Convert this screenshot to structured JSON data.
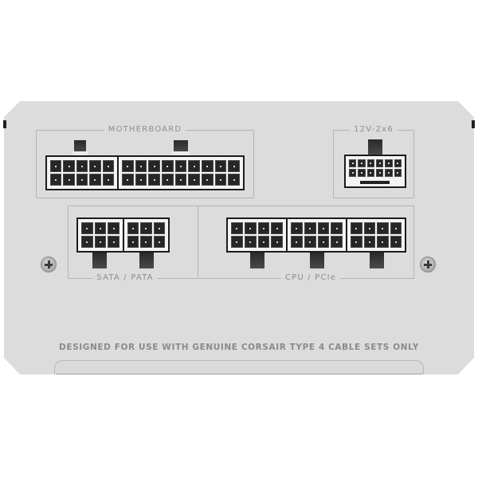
{
  "groups": {
    "motherboard": {
      "label": "MOTHERBOARD",
      "connectors": [
        {
          "pins": 10,
          "cols": 5,
          "rows": 2
        },
        {
          "pins": 18,
          "cols": 9,
          "rows": 2
        }
      ]
    },
    "gpu_12v": {
      "label": "12V-2x6",
      "connectors": [
        {
          "pins": 12,
          "cols": 6,
          "rows": 2,
          "sense_pins": 4
        }
      ]
    },
    "sata_pata": {
      "label": "SATA / PATA",
      "connectors": [
        {
          "pins": 6,
          "cols": 3,
          "rows": 2
        },
        {
          "pins": 6,
          "cols": 3,
          "rows": 2
        }
      ]
    },
    "cpu_pcie": {
      "label": "CPU / PCIe",
      "connectors": [
        {
          "pins": 8,
          "cols": 4,
          "rows": 2
        },
        {
          "pins": 8,
          "cols": 4,
          "rows": 2
        },
        {
          "pins": 8,
          "cols": 4,
          "rows": 2
        }
      ]
    }
  },
  "footer": {
    "notice": "DESIGNED FOR USE WITH GENUINE CORSAIR TYPE 4 CABLE SETS ONLY"
  },
  "colors": {
    "panel": "#dcdcdc",
    "pin": "#262626",
    "label": "#8e8e8e",
    "border": "#b4b4b4"
  }
}
